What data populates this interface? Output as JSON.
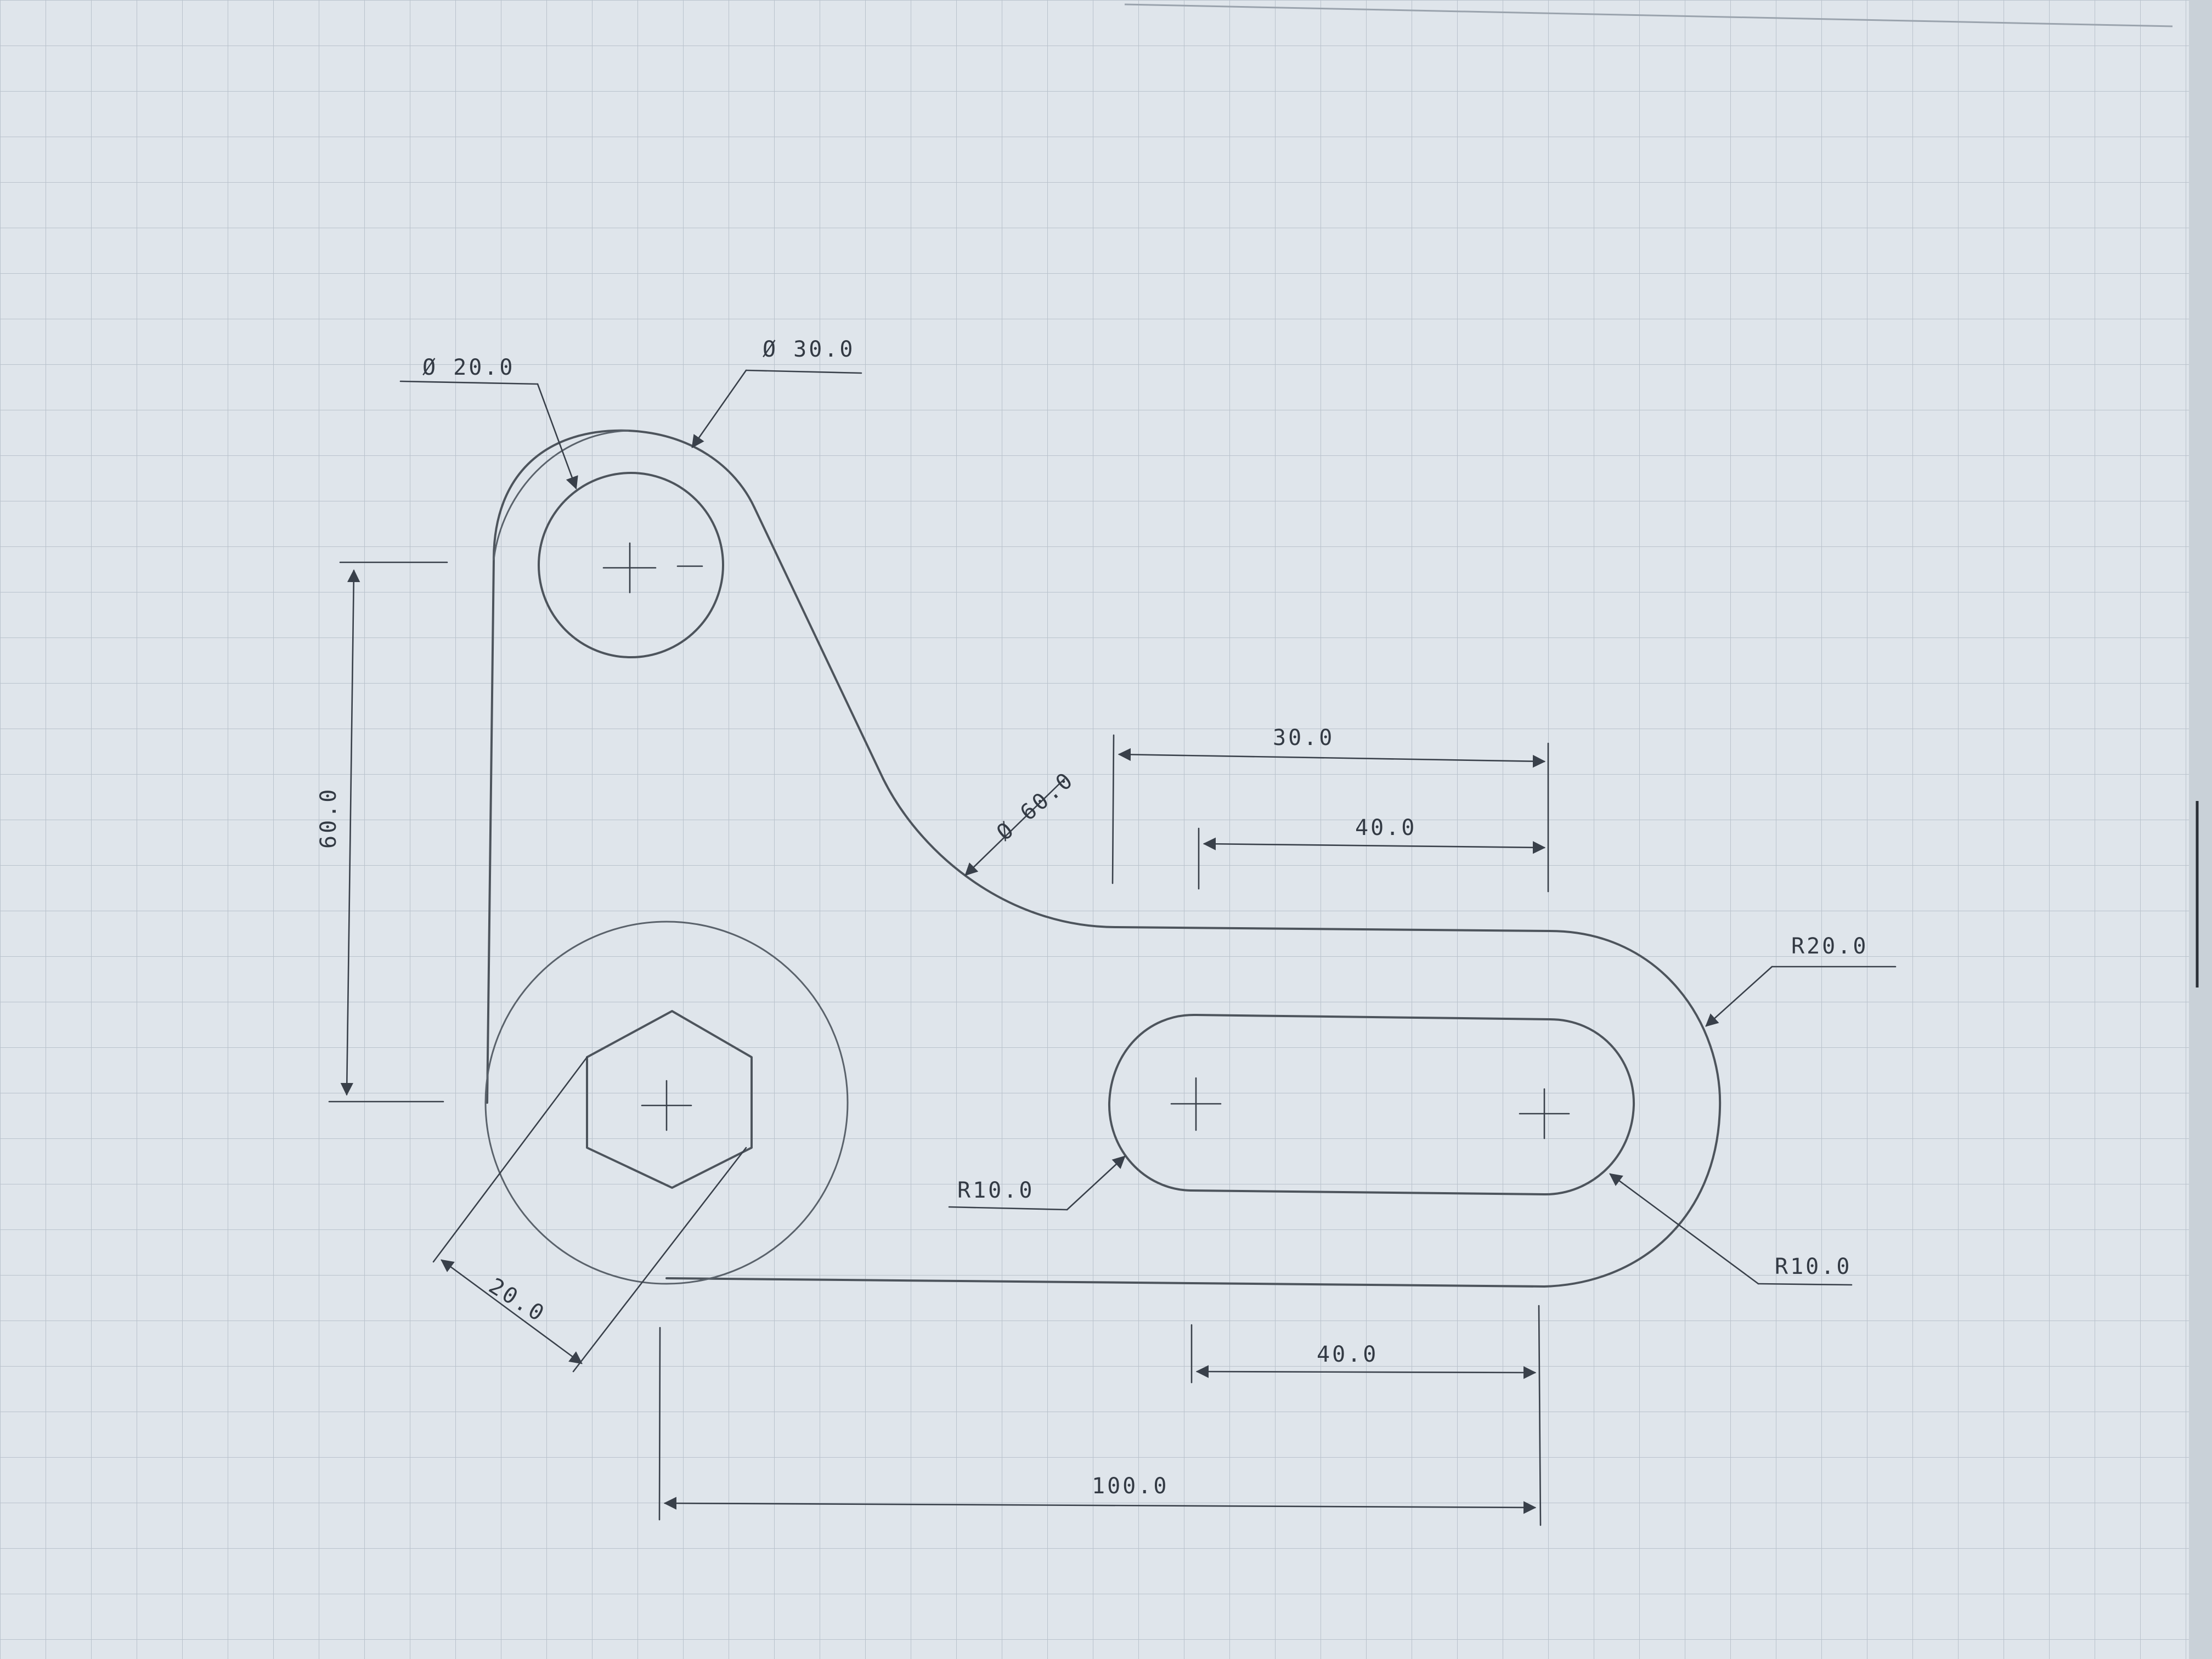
{
  "drawing": {
    "dimensions": {
      "dia_small_hole": "Ø 20.0",
      "dia_boss": "Ø 30.0",
      "dia_fillet": "Ø 60.0",
      "height": "60.0",
      "across_flats": "20.0",
      "top_length_a": "30.0",
      "top_length_b": "40.0",
      "slot_radius_left": "R10.0",
      "slot_radius_right": "R10.0",
      "outer_radius": "R20.0",
      "bottom_length_a": "40.0",
      "bottom_length_b": "100.0"
    }
  },
  "colors": {
    "paper": "#dfe5eb",
    "grid": "#b9c2cc",
    "pencil": "#4d545c",
    "ink": "#39404a"
  }
}
